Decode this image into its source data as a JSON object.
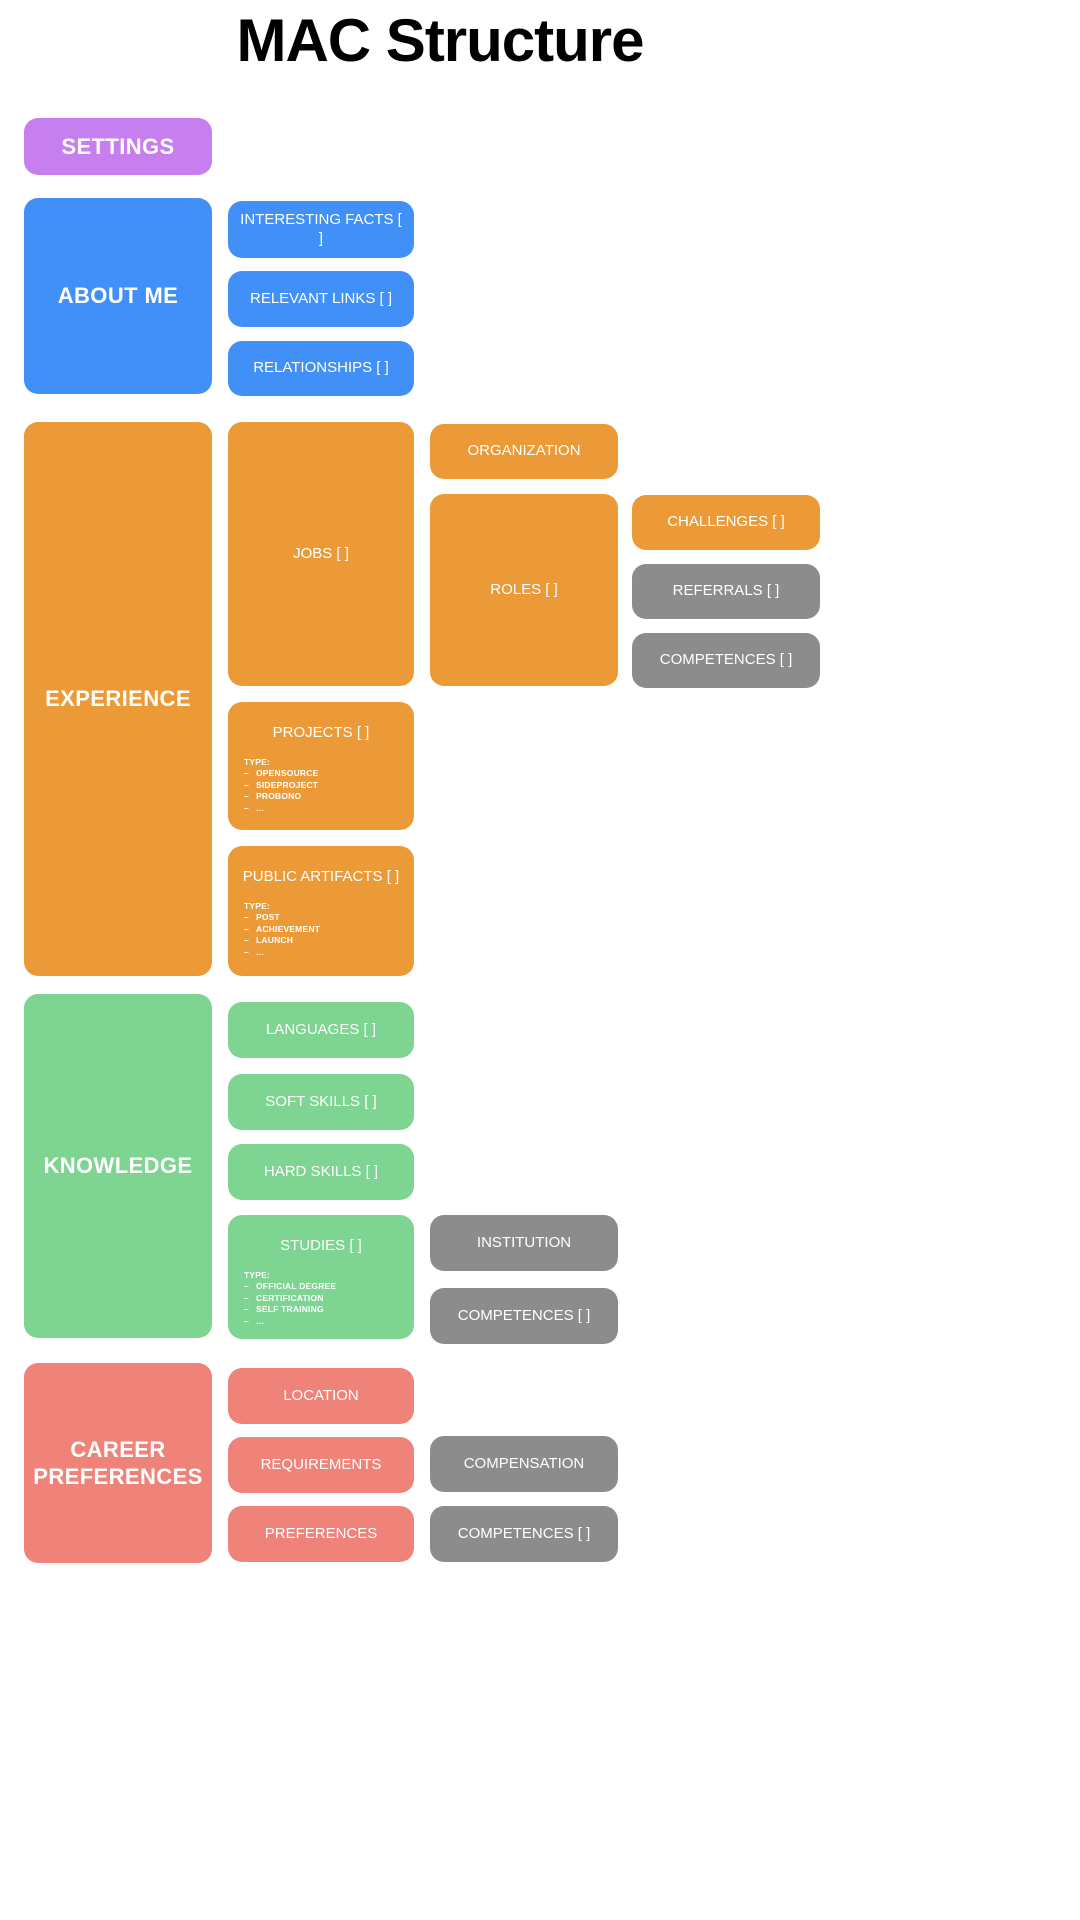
{
  "page": {
    "title": "MAC Structure",
    "background": "#ffffff"
  },
  "colors": {
    "settings": "#c77ff0",
    "about_me": "#4190f7",
    "experience": "#ec9a38",
    "knowledge": "#7ed491",
    "career_preferences": "#ef8279",
    "shared_entity": "#8c8c8c",
    "title_text": "#000000",
    "card_text": "#ffffff"
  },
  "sections": {
    "settings": {
      "label": "SETTINGS"
    },
    "about_me": {
      "label": "ABOUT ME",
      "children": [
        {
          "label": "INTERESTING FACTS [ ]"
        },
        {
          "label": "RELEVANT LINKS [ ]"
        },
        {
          "label": "RELATIONSHIPS [ ]"
        }
      ]
    },
    "experience": {
      "label": "EXPERIENCE",
      "jobs": {
        "label": "JOBS [ ]"
      },
      "organization": {
        "label": "ORGANIZATION"
      },
      "roles": {
        "label": "ROLES [ ]"
      },
      "challenges": {
        "label": "CHALLENGES [ ]"
      },
      "referrals": {
        "label": "REFERRALS [ ]"
      },
      "competences": {
        "label": "COMPETENCES [ ]"
      },
      "projects": {
        "label": "PROJECTS [ ]",
        "type_heading": "TYPE:",
        "types": [
          "OPENSOURCE",
          "SIDEPROJECT",
          "PROBONO",
          "..."
        ]
      },
      "public_artifacts": {
        "label": "PUBLIC ARTIFACTS [ ]",
        "type_heading": "TYPE:",
        "types": [
          "POST",
          "ACHIEVEMENT",
          "LAUNCH",
          "..."
        ]
      }
    },
    "knowledge": {
      "label": "KNOWLEDGE",
      "languages": {
        "label": "LANGUAGES [ ]"
      },
      "soft_skills": {
        "label": "SOFT SKILLS [ ]"
      },
      "hard_skills": {
        "label": "HARD SKILLS [ ]"
      },
      "studies": {
        "label": "STUDIES [ ]",
        "type_heading": "TYPE:",
        "types": [
          "OFFICIAL DEGREE",
          "CERTIFICATION",
          "SELF TRAINING",
          "..."
        ]
      },
      "institution": {
        "label": "INSTITUTION"
      },
      "competences": {
        "label": "COMPETENCES [ ]"
      }
    },
    "career_preferences": {
      "label": "CAREER\nPREFERENCES",
      "label_line1": "CAREER",
      "label_line2": "PREFERENCES",
      "location": {
        "label": "LOCATION"
      },
      "requirements": {
        "label": "REQUIREMENTS"
      },
      "preferences": {
        "label": "PREFERENCES"
      },
      "compensation": {
        "label": "COMPENSATION"
      },
      "competences": {
        "label": "COMPETENCES [ ]"
      }
    }
  }
}
